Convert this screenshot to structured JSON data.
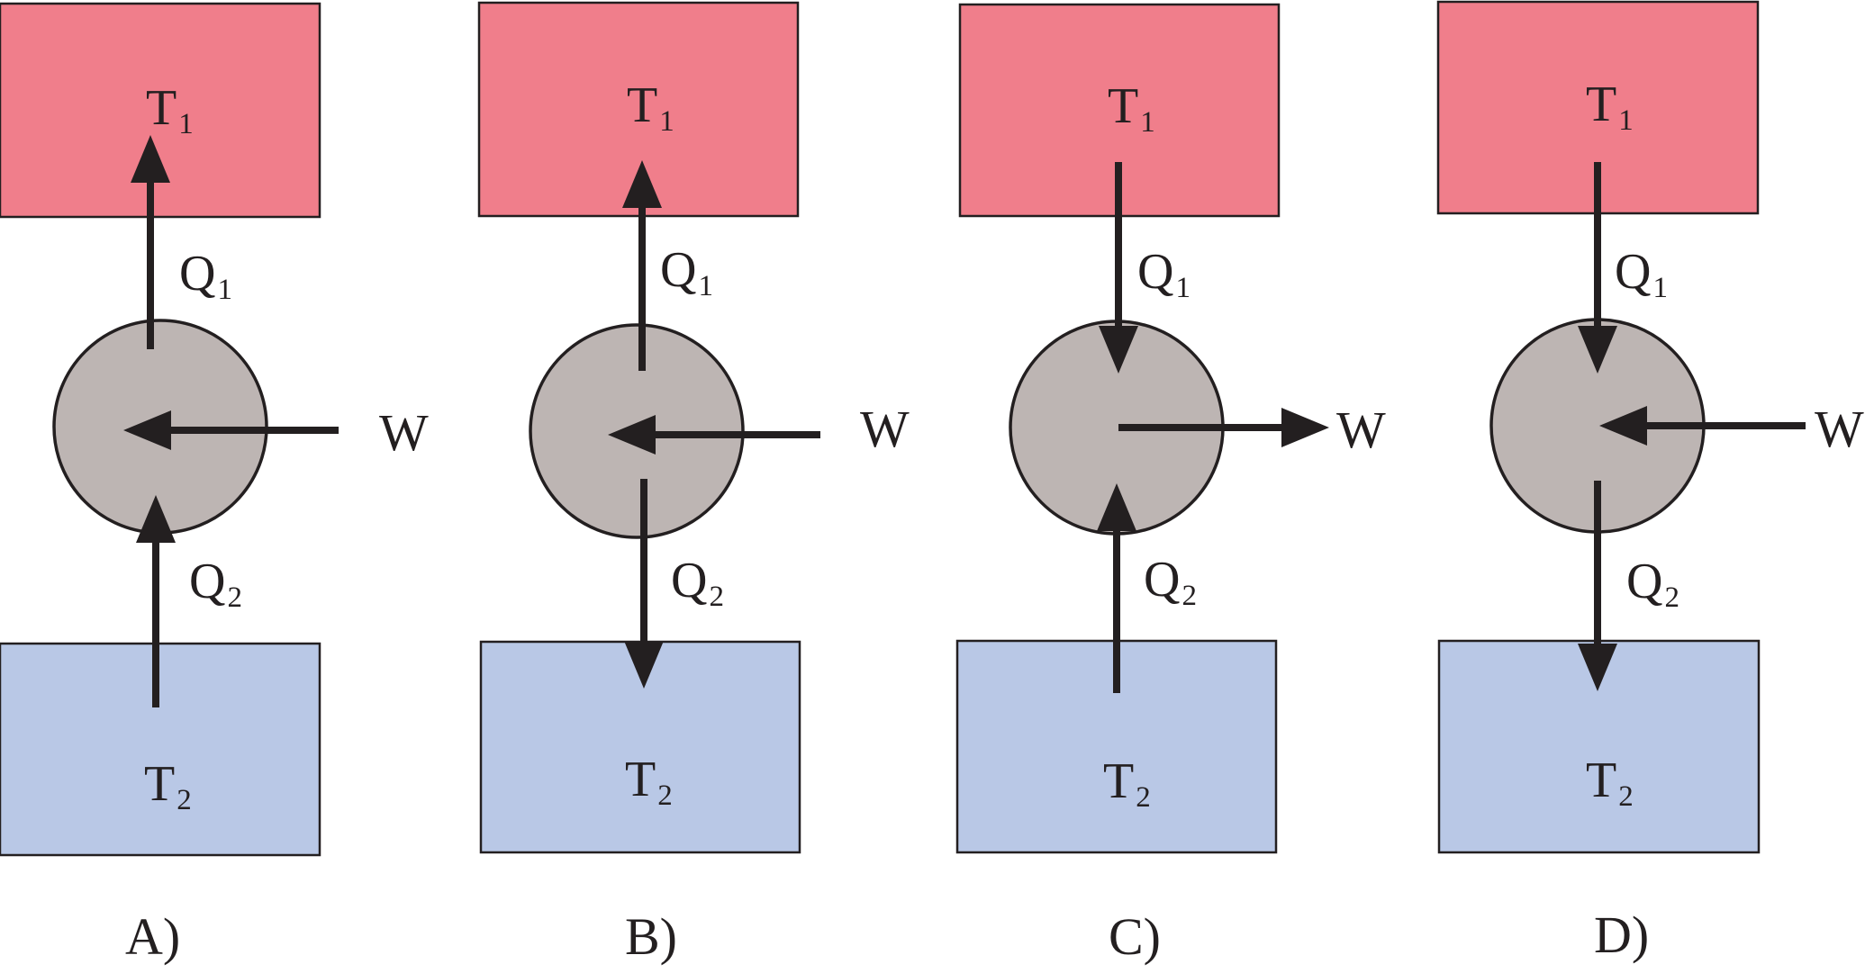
{
  "colors": {
    "hot_reservoir": "#f07e8b",
    "cold_reservoir": "#b9c8e6",
    "engine": "#bdb5b3",
    "ink": "#231f20"
  },
  "panels": [
    {
      "caption": "A)",
      "hot": {
        "label": "T",
        "sub": "1"
      },
      "cold": {
        "label": "T",
        "sub": "2"
      },
      "q1": {
        "label": "Q",
        "sub": "1",
        "direction": "up"
      },
      "q2": {
        "label": "Q",
        "sub": "2",
        "direction": "up"
      },
      "work": {
        "label": "W",
        "direction": "in"
      }
    },
    {
      "caption": "B)",
      "hot": {
        "label": "T",
        "sub": "1"
      },
      "cold": {
        "label": "T",
        "sub": "2"
      },
      "q1": {
        "label": "Q",
        "sub": "1",
        "direction": "up"
      },
      "q2": {
        "label": "Q",
        "sub": "2",
        "direction": "down"
      },
      "work": {
        "label": "W",
        "direction": "in"
      }
    },
    {
      "caption": "C)",
      "hot": {
        "label": "T",
        "sub": "1"
      },
      "cold": {
        "label": "T",
        "sub": "2"
      },
      "q1": {
        "label": "Q",
        "sub": "1",
        "direction": "down"
      },
      "q2": {
        "label": "Q",
        "sub": "2",
        "direction": "up"
      },
      "work": {
        "label": "W",
        "direction": "out"
      }
    },
    {
      "caption": "D)",
      "hot": {
        "label": "T",
        "sub": "1"
      },
      "cold": {
        "label": "T",
        "sub": "2"
      },
      "q1": {
        "label": "Q",
        "sub": "1",
        "direction": "down"
      },
      "q2": {
        "label": "Q",
        "sub": "2",
        "direction": "down"
      },
      "work": {
        "label": "W",
        "direction": "in"
      }
    }
  ]
}
